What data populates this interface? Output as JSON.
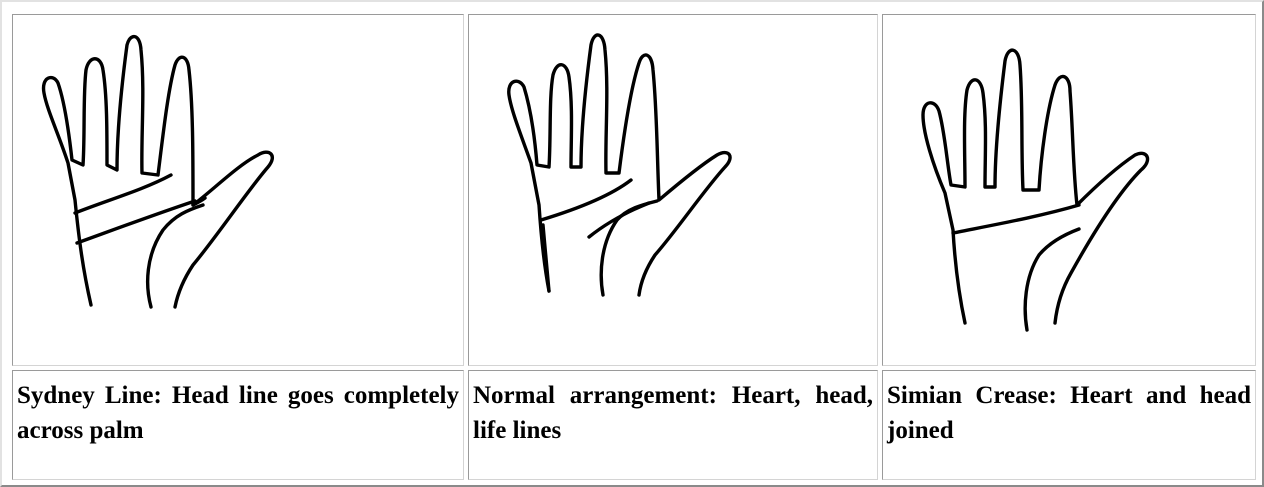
{
  "panels": [
    {
      "id": "sydney-line",
      "caption": "Sydney Line: Head line goes completely across palm"
    },
    {
      "id": "normal-arrangement",
      "caption": "Normal arrangement: Heart, head, life lines"
    },
    {
      "id": "simian-crease",
      "caption": "Simian Crease: Heart and head joined"
    }
  ]
}
